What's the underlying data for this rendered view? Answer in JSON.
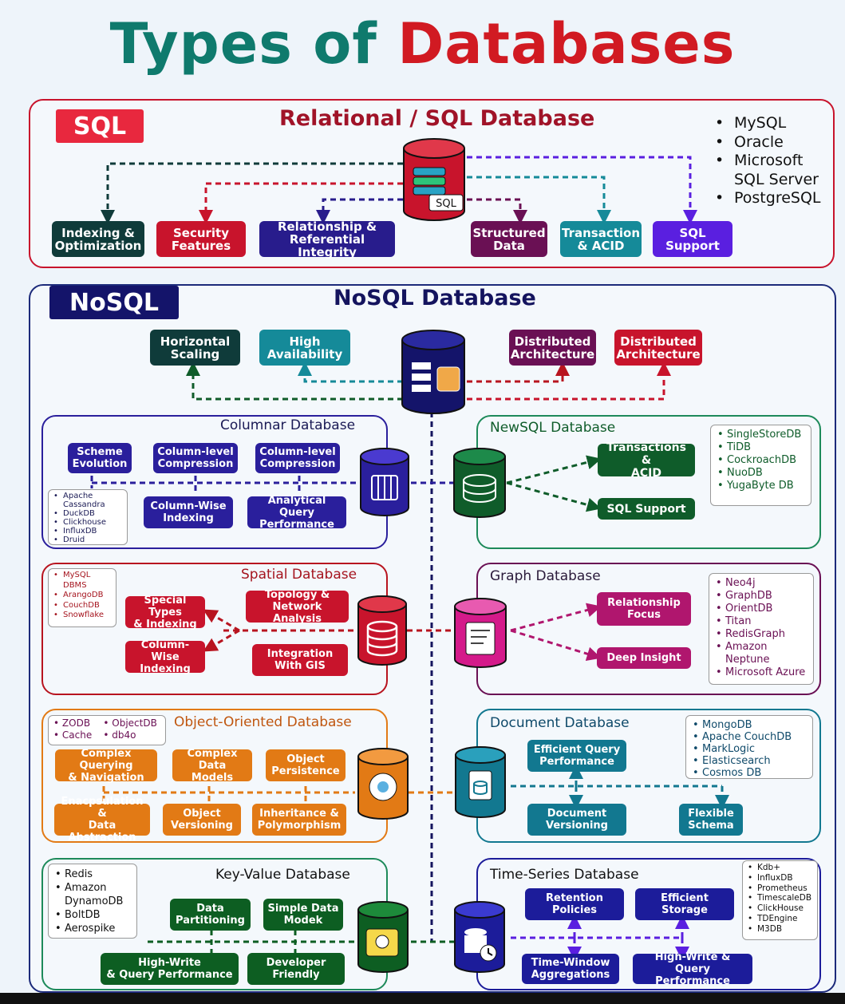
{
  "title": {
    "part1": "Types of",
    "part2": "Databases"
  },
  "sql": {
    "tag": "SQL",
    "heading": "Relational / SQL Database",
    "db_icon_label": "SQL",
    "features": [
      {
        "label": "Indexing &\nOptimization",
        "color": "#0f3b3a"
      },
      {
        "label": "Security\nFeatures",
        "color": "#c8142c"
      },
      {
        "label": "Relationship &\nReferential Integrity",
        "color": "#281c8c"
      },
      {
        "label": "Structured\nData",
        "color": "#6a1054"
      },
      {
        "label": "Transaction\n& ACID",
        "color": "#158a99"
      },
      {
        "label": "SQL\nSupport",
        "color": "#5a1fe0"
      }
    ],
    "examples": [
      "MySQL",
      "Oracle",
      "Microsoft\nSQL Server",
      "PostgreSQL"
    ]
  },
  "nosql": {
    "tag": "NoSQL",
    "heading": "NoSQL Database",
    "features": [
      {
        "label": "Horizontal\nScaling",
        "color": "#0f3b3a"
      },
      {
        "label": "High\nAvailability",
        "color": "#158a99"
      },
      {
        "label": "Distributed\nArchitecture",
        "color": "#6a1054"
      },
      {
        "label": "Distributed\nArchitecture",
        "color": "#c8142c"
      }
    ]
  },
  "columnar": {
    "heading": "Columnar Database",
    "boxes": [
      "Scheme\nEvolution",
      "Column-level\nCompression",
      "Column-level\nCompression",
      "Column-Wise\nIndexing",
      "Analytical Query\nPerformance"
    ],
    "examples": [
      "Apache\nCassandra",
      "DuckDB",
      "Clickhouse",
      "InfluxDB",
      "Druid"
    ]
  },
  "newsql": {
    "heading": "NewSQL Database",
    "boxes": [
      "Transactions &\nACID",
      "SQL Support"
    ],
    "examples": [
      "SingleStoreDB",
      "TiDB",
      "CockroachDB",
      "NuoDB",
      "YugaByte DB"
    ]
  },
  "spatial": {
    "heading": "Spatial Database",
    "boxes": [
      "Special Types\n& Indexing",
      "Topology &\nNetwork Analysis",
      "Column-Wise\nIndexing",
      "Integration\nWith GIS"
    ],
    "examples": [
      "MySQL\nDBMS",
      "ArangoDB",
      "CouchDB",
      "Snowflake"
    ]
  },
  "graph": {
    "heading": "Graph Database",
    "boxes": [
      "Relationship\nFocus",
      "Deep Insight"
    ],
    "examples": [
      "Neo4j",
      "GraphDB",
      "OrientDB",
      "Titan",
      "RedisGraph",
      "Amazon\nNeptune",
      "Microsoft Azure"
    ]
  },
  "object": {
    "heading": "Object-Oriented Database",
    "boxes": [
      "Complex Querying\n& Navigation",
      "Complex Data\nModels",
      "Object\nPersistence",
      "Enacpsulation &\nData Abstraction",
      "Object\nVersioning",
      "Inheritance &\nPolymorphism"
    ],
    "examples": [
      "ZODB",
      "ObjectDB",
      "Cache",
      "db4o"
    ]
  },
  "document": {
    "heading": "Document Database",
    "boxes": [
      "Efficient Query\nPerformance",
      "Document\nVersioning",
      "Flexible\nSchema"
    ],
    "examples": [
      "MongoDB",
      "Apache CouchDB",
      "MarkLogic",
      "Elasticsearch",
      "Cosmos DB"
    ]
  },
  "keyvalue": {
    "heading": "Key-Value Database",
    "boxes": [
      "Data\nPartitioning",
      "Simple Data\nModek",
      "High-Write\n& Query Performance",
      "Developer\nFriendly"
    ],
    "examples": [
      "Redis",
      "Amazon\nDynamoDB",
      "BoltDB",
      "Aerospike"
    ]
  },
  "timeseries": {
    "heading": "Time-Series Database",
    "boxes": [
      "Retention\nPolicies",
      "Efficient\nStorage",
      "Time-Window\nAggregations",
      "High-Write & Query\nPerformance"
    ],
    "examples": [
      "Kdb+",
      "InfluxDB",
      "Prometheus",
      "TimescaleDB",
      "ClickHouse",
      "TDEngine",
      "M3DB"
    ]
  },
  "colors": {
    "sql_red": "#c8142c",
    "teal": "#0f7a6d",
    "navy": "#14145e",
    "columnar": "#2a1f9c",
    "newsql": "#0f5c2a",
    "spatial": "#b8141f",
    "graph": "#b0166e",
    "object": "#e27a15",
    "document": "#127890",
    "keyvalue": "#0d5e22",
    "timeseries": "#1c1c9a"
  }
}
